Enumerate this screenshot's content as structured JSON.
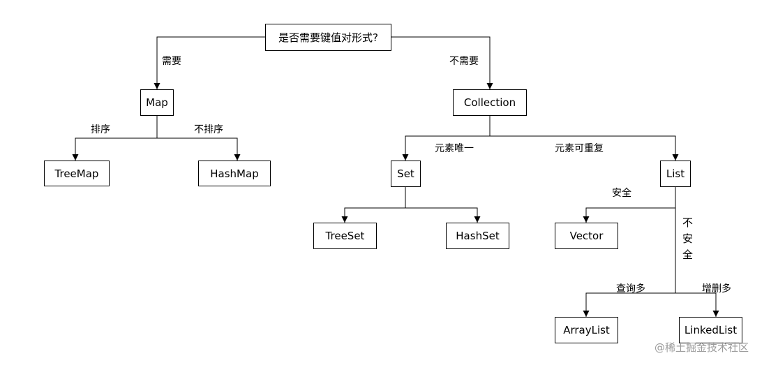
{
  "nodes": {
    "root": "是否需要键值对形式?",
    "map": "Map",
    "collection": "Collection",
    "treemap": "TreeMap",
    "hashmap": "HashMap",
    "set": "Set",
    "list": "List",
    "treeset": "TreeSet",
    "hashset": "HashSet",
    "vector": "Vector",
    "arraylist": "ArrayList",
    "linkedlist": "LinkedList"
  },
  "edge_labels": {
    "need": "需要",
    "no_need": "不需要",
    "sort": "排序",
    "no_sort": "不排序",
    "unique": "元素唯一",
    "repeatable": "元素可重复",
    "safe": "安全",
    "unsafe_chars": [
      "不",
      "安",
      "全"
    ],
    "query_more": "查询多",
    "modify_more": "增删多"
  },
  "watermark": "@稀土掘金技术社区"
}
